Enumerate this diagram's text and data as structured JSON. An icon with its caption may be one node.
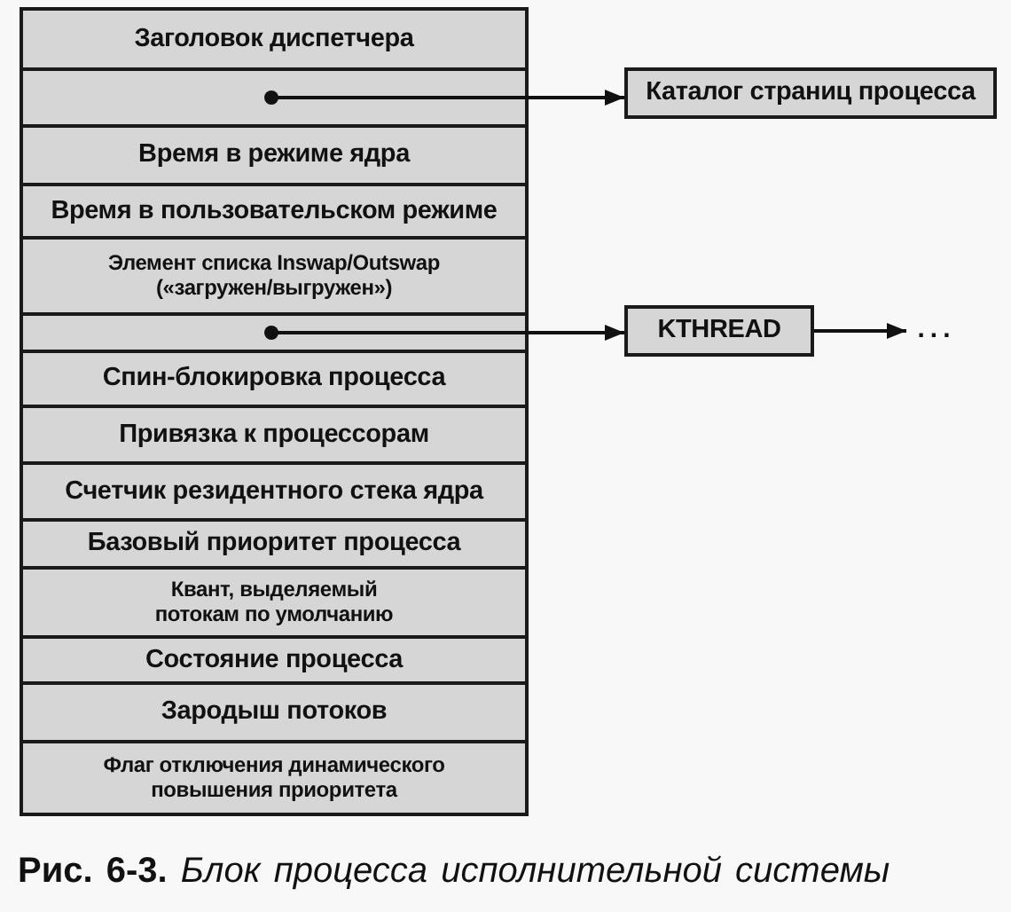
{
  "diagram": {
    "caption": "**Рис. 6-3.** *Блок процесса исполнительной системы*",
    "nodes": [
      {
        "text": [
          "Заголовок диспетчера"
        ]
      },
      {
        "text": [],
        "shape": "box"
      },
      {
        "text": [
          "Время в режиме ядра"
        ]
      },
      {
        "text": [
          "Время в пользовательском режиме"
        ]
      },
      {
        "text": [
          "Элемент списка Inswap/Outswap («загружен/выгружен»)"
        ]
      },
      {
        "text": [],
        "shape": "box"
      },
      {
        "text": [
          "Спин-блокировка процесса"
        ]
      },
      {
        "text": [
          "Привязка к процессорам"
        ]
      },
      {
        "text": [
          "Счетчик резидентного стека ядра"
        ]
      },
      {
        "text": [
          "Базовый приоритет процесса"
        ]
      },
      {
        "text": [
          "Квант, выделяемый потокам по умолчанию"
        ]
      },
      {
        "text": [
          "Состояние процесса"
        ]
      },
      {
        "text": [
          "Зародыш потоков"
        ]
      },
      {
        "text": [
          "Флаг отключения динамического повышения приоритета"
        ]
      },
      {
        "text": [
          "Каталог страниц процесса"
        ]
      },
      {
        "text": [
          "KTHREAD"
        ]
      },
      {
        "text": [
          "..."
        ]
      }
    ],
    "edges": [
      {
        "from": 1,
        "to": 14,
        "arrow": "to"
      },
      {
        "from": 5,
        "to": 15,
        "arrow": "to"
      },
      {
        "from": 15,
        "to": 16,
        "arrow": "to"
      }
    ]
  }
}
